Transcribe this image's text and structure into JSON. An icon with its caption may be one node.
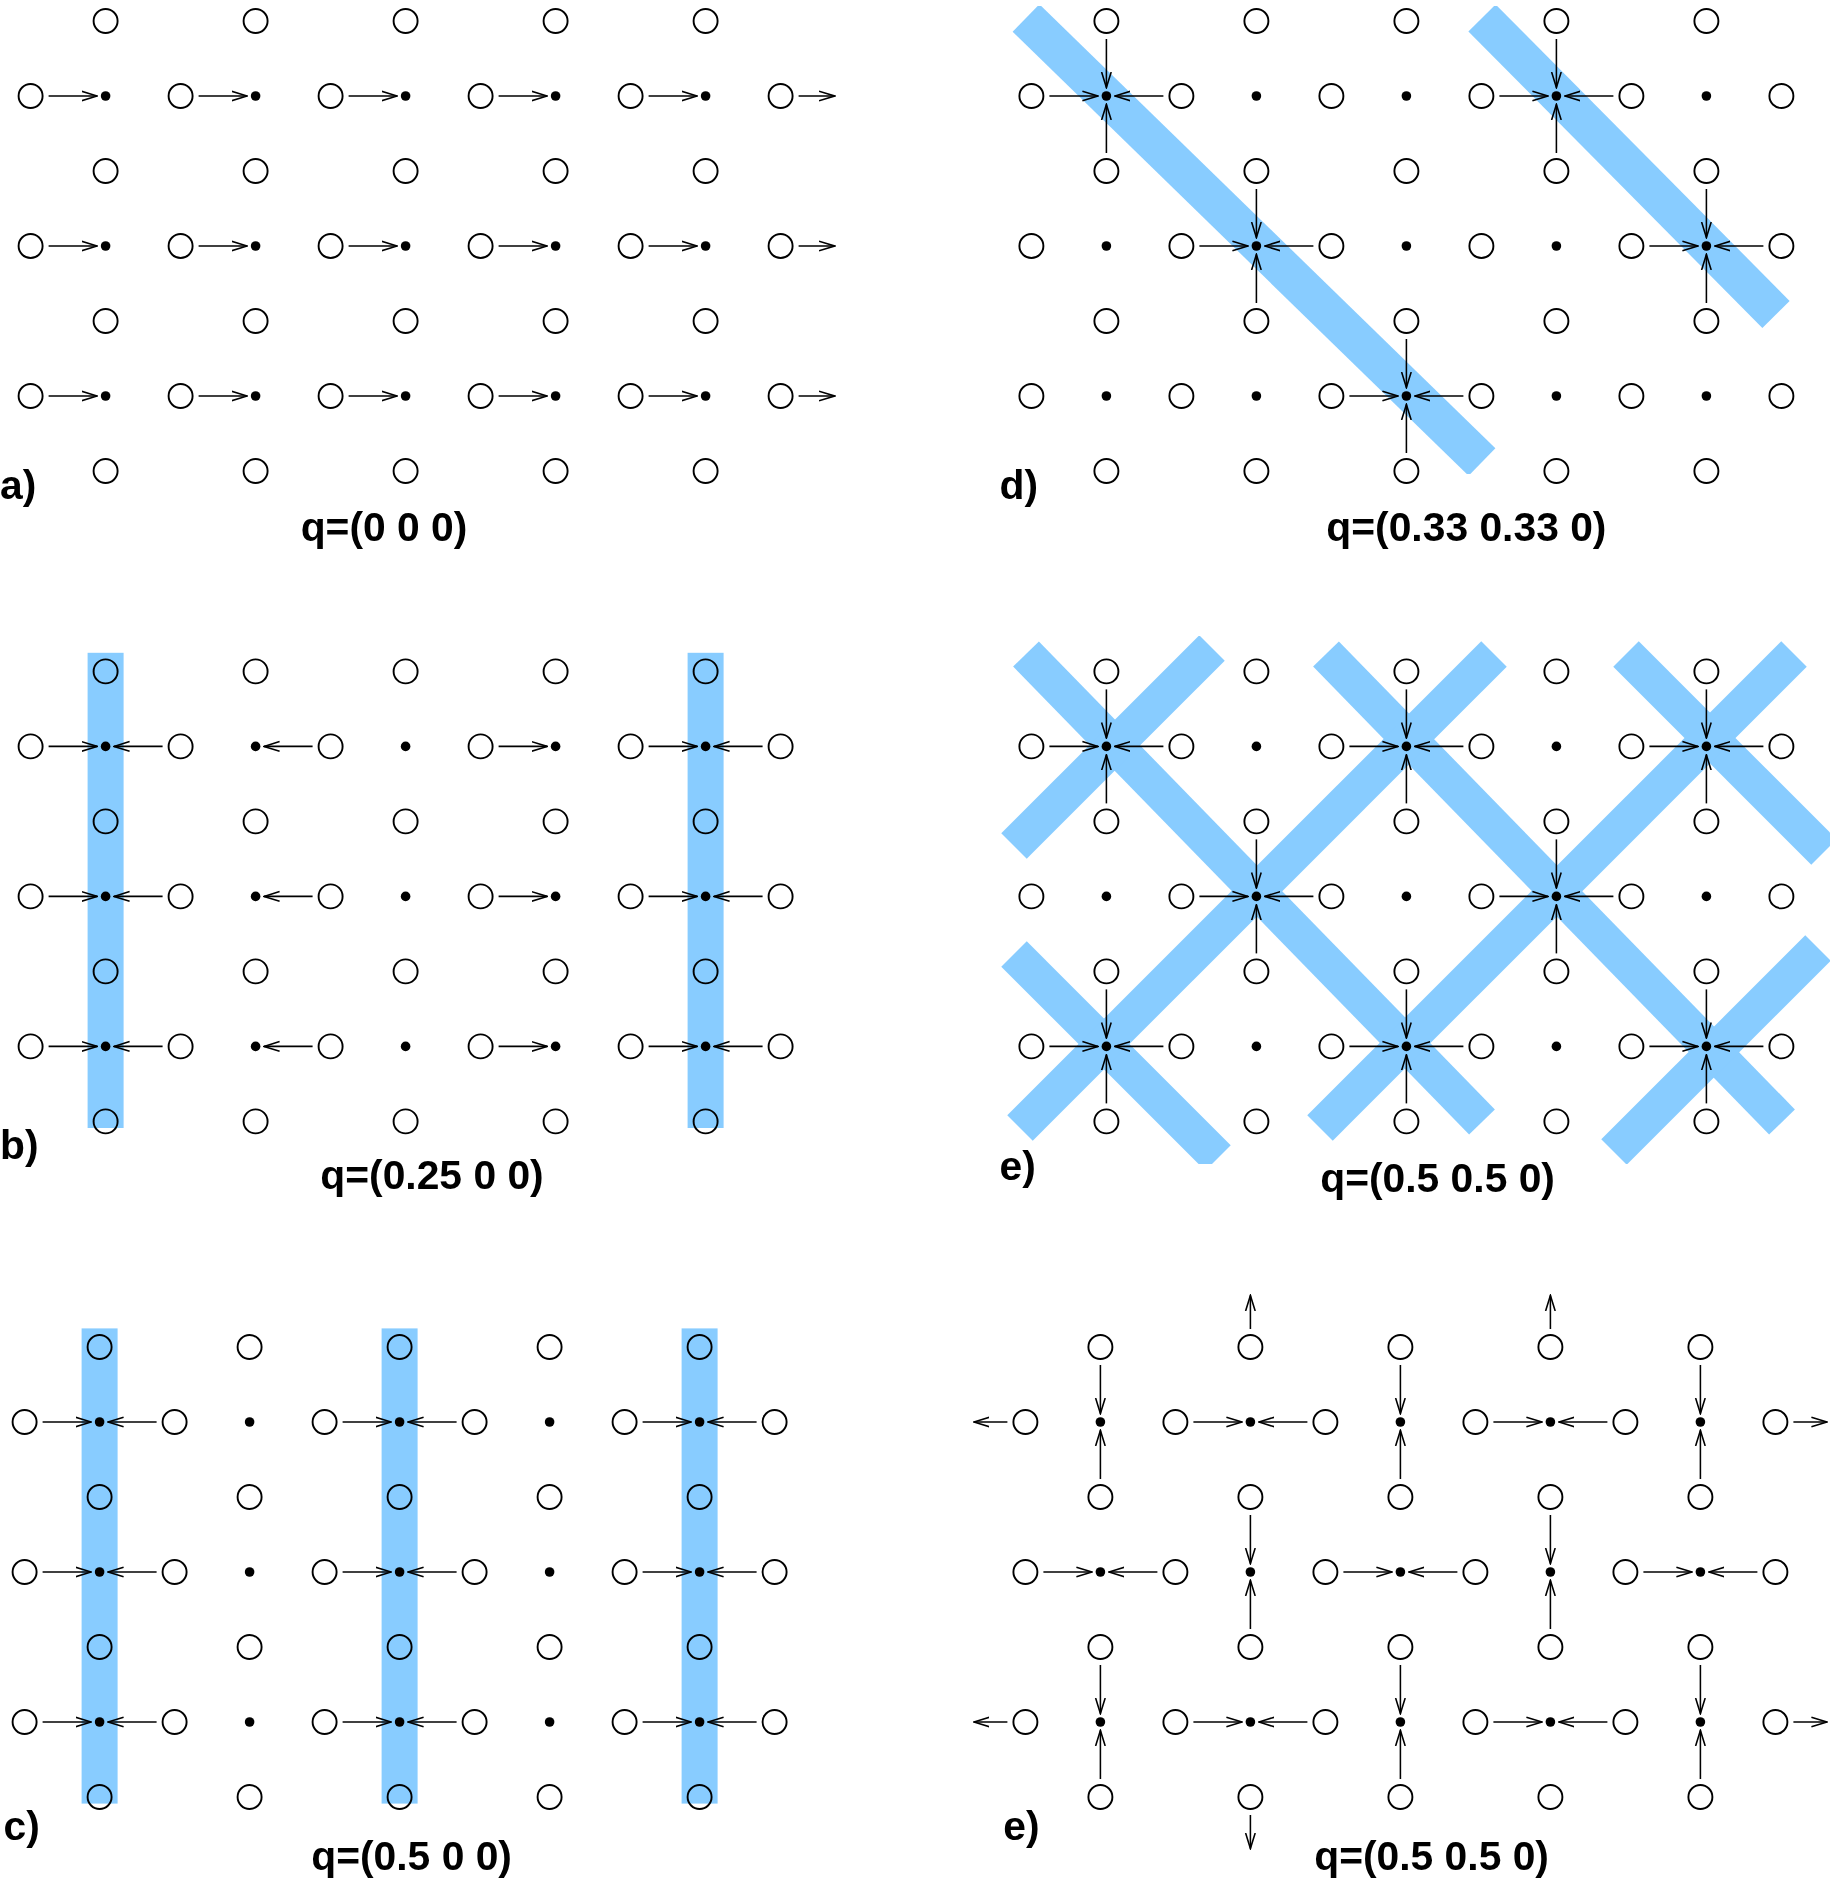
{
  "diagram": {
    "labels": [
      "a)",
      "q=(0 0 0)",
      "d)",
      "q=(0.33 0.33 0)",
      "b)",
      "q=(0.25 0 0)",
      "e)",
      "q=(0.5 0.5 0)",
      "c)",
      "q=(0.5 0 0)",
      "e)",
      "q=(0.5 0.5 0)"
    ]
  }
}
